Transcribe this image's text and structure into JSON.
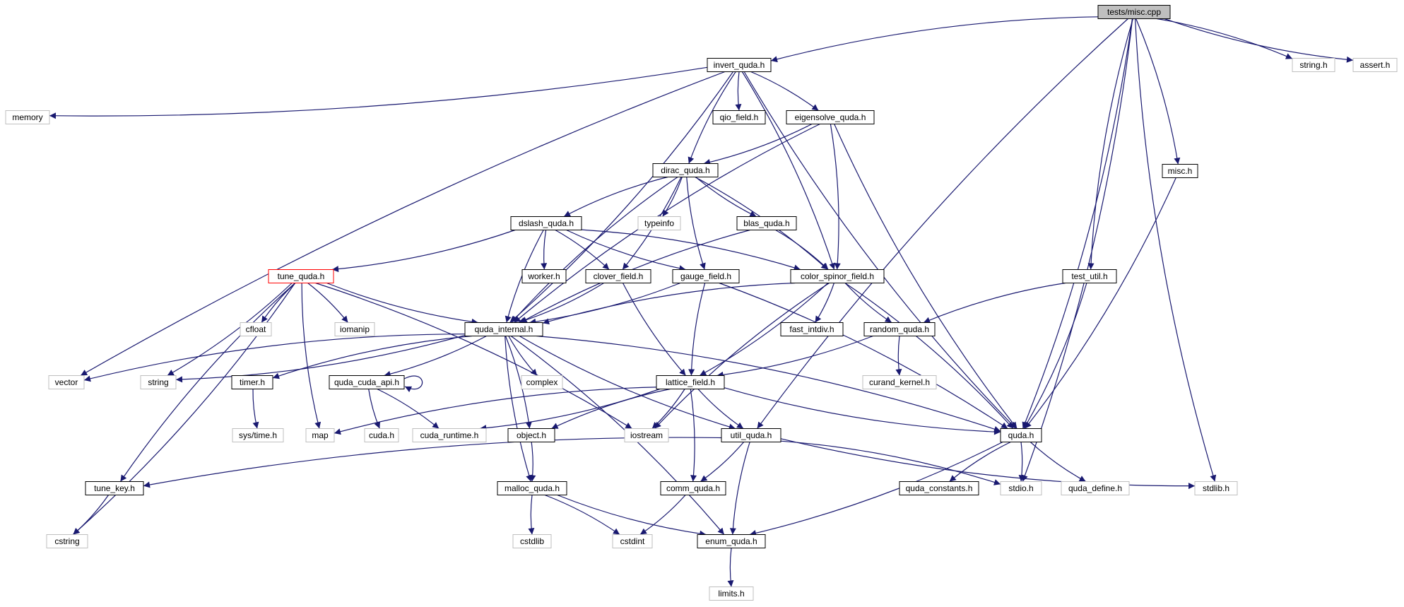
{
  "diagram": {
    "colors": {
      "edge": "#191970",
      "sys_border": "#bfbfbf",
      "main_border": "#000000",
      "root_fill": "#bfbfbf",
      "highlight_border": "#ff0000"
    },
    "nodes": [
      {
        "id": "tests_misc_cpp",
        "label": "tests/misc.cpp",
        "kind": "root"
      },
      {
        "id": "invert_quda_h",
        "label": "invert_quda.h",
        "kind": "main"
      },
      {
        "id": "string_h",
        "label": "string.h",
        "kind": "sys"
      },
      {
        "id": "assert_h",
        "label": "assert.h",
        "kind": "sys"
      },
      {
        "id": "memory",
        "label": "memory",
        "kind": "sys"
      },
      {
        "id": "qio_field_h",
        "label": "qio_field.h",
        "kind": "main"
      },
      {
        "id": "eigensolve_quda_h",
        "label": "eigensolve_quda.h",
        "kind": "main"
      },
      {
        "id": "misc_h",
        "label": "misc.h",
        "kind": "main"
      },
      {
        "id": "dirac_quda_h",
        "label": "dirac_quda.h",
        "kind": "main"
      },
      {
        "id": "dslash_quda_h",
        "label": "dslash_quda.h",
        "kind": "main"
      },
      {
        "id": "typeinfo",
        "label": "typeinfo",
        "kind": "sys"
      },
      {
        "id": "blas_quda_h",
        "label": "blas_quda.h",
        "kind": "main"
      },
      {
        "id": "tune_quda_h",
        "label": "tune_quda.h",
        "kind": "highlight"
      },
      {
        "id": "worker_h",
        "label": "worker.h",
        "kind": "main"
      },
      {
        "id": "clover_field_h",
        "label": "clover_field.h",
        "kind": "main"
      },
      {
        "id": "gauge_field_h",
        "label": "gauge_field.h",
        "kind": "main"
      },
      {
        "id": "color_spinor_field_h",
        "label": "color_spinor_field.h",
        "kind": "main"
      },
      {
        "id": "test_util_h",
        "label": "test_util.h",
        "kind": "main"
      },
      {
        "id": "cfloat",
        "label": "cfloat",
        "kind": "sys"
      },
      {
        "id": "iomanip",
        "label": "iomanip",
        "kind": "sys"
      },
      {
        "id": "quda_internal_h",
        "label": "quda_internal.h",
        "kind": "main"
      },
      {
        "id": "fast_intdiv_h",
        "label": "fast_intdiv.h",
        "kind": "main"
      },
      {
        "id": "random_quda_h",
        "label": "random_quda.h",
        "kind": "main"
      },
      {
        "id": "vector",
        "label": "vector",
        "kind": "sys"
      },
      {
        "id": "string",
        "label": "string",
        "kind": "sys"
      },
      {
        "id": "timer_h",
        "label": "timer.h",
        "kind": "main"
      },
      {
        "id": "quda_cuda_api_h",
        "label": "quda_cuda_api.h",
        "kind": "main"
      },
      {
        "id": "complex",
        "label": "complex",
        "kind": "sys"
      },
      {
        "id": "lattice_field_h",
        "label": "lattice_field.h",
        "kind": "main"
      },
      {
        "id": "curand_kernel_h",
        "label": "curand_kernel.h",
        "kind": "sys"
      },
      {
        "id": "sys_time_h",
        "label": "sys/time.h",
        "kind": "sys"
      },
      {
        "id": "map",
        "label": "map",
        "kind": "sys"
      },
      {
        "id": "cuda_h",
        "label": "cuda.h",
        "kind": "sys"
      },
      {
        "id": "cuda_runtime_h",
        "label": "cuda_runtime.h",
        "kind": "sys"
      },
      {
        "id": "iostream",
        "label": "iostream",
        "kind": "sys"
      },
      {
        "id": "object_h",
        "label": "object.h",
        "kind": "main"
      },
      {
        "id": "util_quda_h",
        "label": "util_quda.h",
        "kind": "main"
      },
      {
        "id": "quda_h",
        "label": "quda.h",
        "kind": "main"
      },
      {
        "id": "tune_key_h",
        "label": "tune_key.h",
        "kind": "main"
      },
      {
        "id": "malloc_quda_h",
        "label": "malloc_quda.h",
        "kind": "main"
      },
      {
        "id": "comm_quda_h",
        "label": "comm_quda.h",
        "kind": "main"
      },
      {
        "id": "quda_constants_h",
        "label": "quda_constants.h",
        "kind": "main"
      },
      {
        "id": "stdio_h",
        "label": "stdio.h",
        "kind": "sys"
      },
      {
        "id": "quda_define_h",
        "label": "quda_define.h",
        "kind": "sys"
      },
      {
        "id": "stdlib_h",
        "label": "stdlib.h",
        "kind": "sys"
      },
      {
        "id": "cstring",
        "label": "cstring",
        "kind": "sys"
      },
      {
        "id": "cstdlib",
        "label": "cstdlib",
        "kind": "sys"
      },
      {
        "id": "cstdint",
        "label": "cstdint",
        "kind": "sys"
      },
      {
        "id": "enum_quda_h",
        "label": "enum_quda.h",
        "kind": "main"
      },
      {
        "id": "limits_h",
        "label": "limits.h",
        "kind": "sys"
      }
    ],
    "edges": [
      [
        "tests_misc_cpp",
        "invert_quda_h"
      ],
      [
        "tests_misc_cpp",
        "string_h"
      ],
      [
        "tests_misc_cpp",
        "assert_h"
      ],
      [
        "tests_misc_cpp",
        "misc_h"
      ],
      [
        "tests_misc_cpp",
        "test_util_h"
      ],
      [
        "tests_misc_cpp",
        "quda_h"
      ],
      [
        "tests_misc_cpp",
        "util_quda_h"
      ],
      [
        "tests_misc_cpp",
        "stdio_h"
      ],
      [
        "tests_misc_cpp",
        "stdlib_h"
      ],
      [
        "invert_quda_h",
        "memory"
      ],
      [
        "invert_quda_h",
        "vector"
      ],
      [
        "invert_quda_h",
        "quda_internal_h"
      ],
      [
        "invert_quda_h",
        "qio_field_h"
      ],
      [
        "invert_quda_h",
        "eigensolve_quda_h"
      ],
      [
        "invert_quda_h",
        "dirac_quda_h"
      ],
      [
        "invert_quda_h",
        "color_spinor_field_h"
      ],
      [
        "invert_quda_h",
        "quda_h"
      ],
      [
        "eigensolve_quda_h",
        "dirac_quda_h"
      ],
      [
        "eigensolve_quda_h",
        "quda_internal_h"
      ],
      [
        "eigensolve_quda_h",
        "color_spinor_field_h"
      ],
      [
        "eigensolve_quda_h",
        "quda_h"
      ],
      [
        "misc_h",
        "quda_h"
      ],
      [
        "dirac_quda_h",
        "dslash_quda_h"
      ],
      [
        "dirac_quda_h",
        "typeinfo"
      ],
      [
        "dirac_quda_h",
        "blas_quda_h"
      ],
      [
        "dirac_quda_h",
        "clover_field_h"
      ],
      [
        "dirac_quda_h",
        "gauge_field_h"
      ],
      [
        "dirac_quda_h",
        "color_spinor_field_h"
      ],
      [
        "dirac_quda_h",
        "quda_internal_h"
      ],
      [
        "dslash_quda_h",
        "tune_quda_h"
      ],
      [
        "dslash_quda_h",
        "worker_h"
      ],
      [
        "dslash_quda_h",
        "clover_field_h"
      ],
      [
        "dslash_quda_h",
        "gauge_field_h"
      ],
      [
        "dslash_quda_h",
        "color_spinor_field_h"
      ],
      [
        "dslash_quda_h",
        "quda_internal_h"
      ],
      [
        "blas_quda_h",
        "color_spinor_field_h"
      ],
      [
        "blas_quda_h",
        "quda_internal_h"
      ],
      [
        "tune_quda_h",
        "cstring"
      ],
      [
        "tune_quda_h",
        "tune_key_h"
      ],
      [
        "tune_quda_h",
        "string"
      ],
      [
        "tune_quda_h",
        "cfloat"
      ],
      [
        "tune_quda_h",
        "iomanip"
      ],
      [
        "tune_quda_h",
        "map"
      ],
      [
        "tune_quda_h",
        "iostream"
      ],
      [
        "tune_quda_h",
        "quda_internal_h"
      ],
      [
        "clover_field_h",
        "quda_internal_h"
      ],
      [
        "clover_field_h",
        "lattice_field_h"
      ],
      [
        "gauge_field_h",
        "quda_internal_h"
      ],
      [
        "gauge_field_h",
        "lattice_field_h"
      ],
      [
        "gauge_field_h",
        "quda_h"
      ],
      [
        "color_spinor_field_h",
        "quda_internal_h"
      ],
      [
        "color_spinor_field_h",
        "fast_intdiv_h"
      ],
      [
        "color_spinor_field_h",
        "random_quda_h"
      ],
      [
        "color_spinor_field_h",
        "lattice_field_h"
      ],
      [
        "color_spinor_field_h",
        "iostream"
      ],
      [
        "color_spinor_field_h",
        "quda_h"
      ],
      [
        "test_util_h",
        "random_quda_h"
      ],
      [
        "test_util_h",
        "quda_h"
      ],
      [
        "quda_internal_h",
        "vector"
      ],
      [
        "quda_internal_h",
        "string"
      ],
      [
        "quda_internal_h",
        "timer_h"
      ],
      [
        "quda_internal_h",
        "quda_cuda_api_h"
      ],
      [
        "quda_internal_h",
        "complex"
      ],
      [
        "quda_internal_h",
        "object_h"
      ],
      [
        "quda_internal_h",
        "malloc_quda_h"
      ],
      [
        "quda_internal_h",
        "enum_quda_h"
      ],
      [
        "quda_internal_h",
        "util_quda_h"
      ],
      [
        "quda_internal_h",
        "quda_h"
      ],
      [
        "random_quda_h",
        "curand_kernel_h"
      ],
      [
        "random_quda_h",
        "lattice_field_h"
      ],
      [
        "timer_h",
        "sys_time_h"
      ],
      [
        "quda_cuda_api_h",
        "quda_cuda_api_h"
      ],
      [
        "quda_cuda_api_h",
        "cuda_h"
      ],
      [
        "quda_cuda_api_h",
        "cuda_runtime_h"
      ],
      [
        "lattice_field_h",
        "map"
      ],
      [
        "lattice_field_h",
        "cuda_runtime_h"
      ],
      [
        "lattice_field_h",
        "object_h"
      ],
      [
        "lattice_field_h",
        "iostream"
      ],
      [
        "lattice_field_h",
        "util_quda_h"
      ],
      [
        "lattice_field_h",
        "comm_quda_h"
      ],
      [
        "lattice_field_h",
        "quda_h"
      ],
      [
        "object_h",
        "malloc_quda_h"
      ],
      [
        "util_quda_h",
        "tune_key_h"
      ],
      [
        "util_quda_h",
        "comm_quda_h"
      ],
      [
        "util_quda_h",
        "enum_quda_h"
      ],
      [
        "util_quda_h",
        "stdio_h"
      ],
      [
        "util_quda_h",
        "stdlib_h"
      ],
      [
        "quda_h",
        "enum_quda_h"
      ],
      [
        "quda_h",
        "quda_constants_h"
      ],
      [
        "quda_h",
        "stdio_h"
      ],
      [
        "quda_h",
        "quda_define_h"
      ],
      [
        "tune_key_h",
        "cstring"
      ],
      [
        "malloc_quda_h",
        "cstdlib"
      ],
      [
        "malloc_quda_h",
        "cstdint"
      ],
      [
        "malloc_quda_h",
        "enum_quda_h"
      ],
      [
        "comm_quda_h",
        "cstdint"
      ],
      [
        "enum_quda_h",
        "limits_h"
      ]
    ]
  }
}
